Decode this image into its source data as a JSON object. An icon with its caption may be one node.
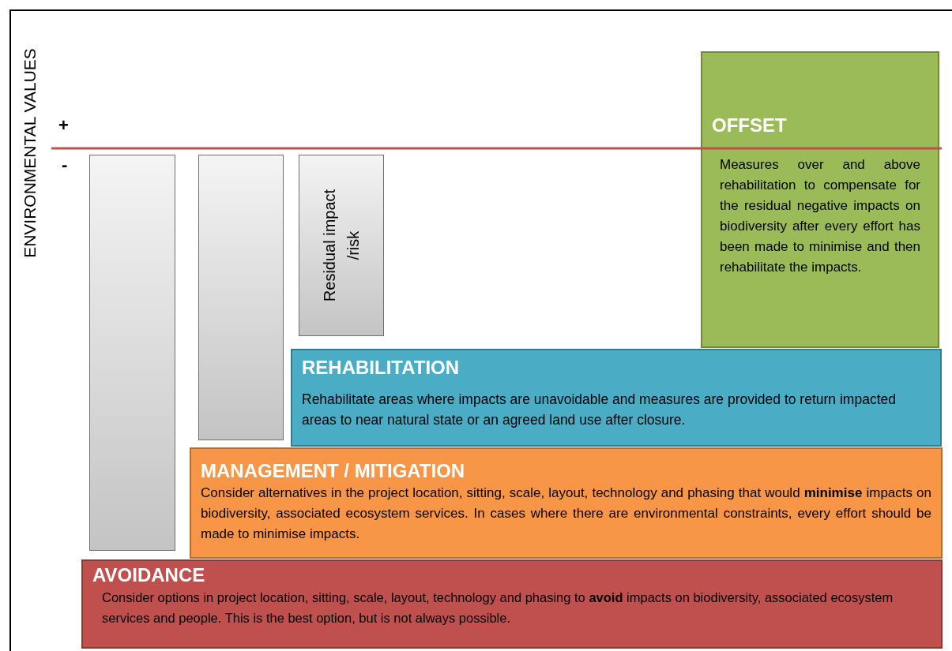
{
  "diagram": {
    "nodes": [
      {
        "text": [
          "OFFSET",
          "Measures over and above rehabilitation to compensate for the residual negative impacts on biodiversity after every effort has been made to minimise and then rehabilitate the impacts."
        ]
      },
      {
        "text": [],
        "shape": "bar"
      },
      {
        "text": [],
        "shape": "bar"
      },
      {
        "text": [
          "Residual impact /risk"
        ]
      },
      {
        "text": [
          "REHABILITATION",
          "Rehabilitate areas where impacts are unavoidable and measures are provided to return impacted areas to near natural state or an agreed land use after closure."
        ]
      },
      {
        "text": [
          "MANAGEMENT / MITIGATION",
          "Consider alternatives in the project location, sitting, scale, layout, technology and phasing that would **minimise** impacts on biodiversity, associated ecosystem services. In cases where there are environmental constraints, every effort should be made to minimise impacts."
        ]
      },
      {
        "text": [
          "AVOIDANCE",
          "Consider options in project location, sitting, scale, layout, technology and phasing to **avoid** impacts on biodiversity, associated ecosystem services and people. This is the best option, but is not always possible."
        ]
      }
    ],
    "labels": [
      "ENVIRONMENTAL VALUES",
      "+",
      "-"
    ]
  }
}
